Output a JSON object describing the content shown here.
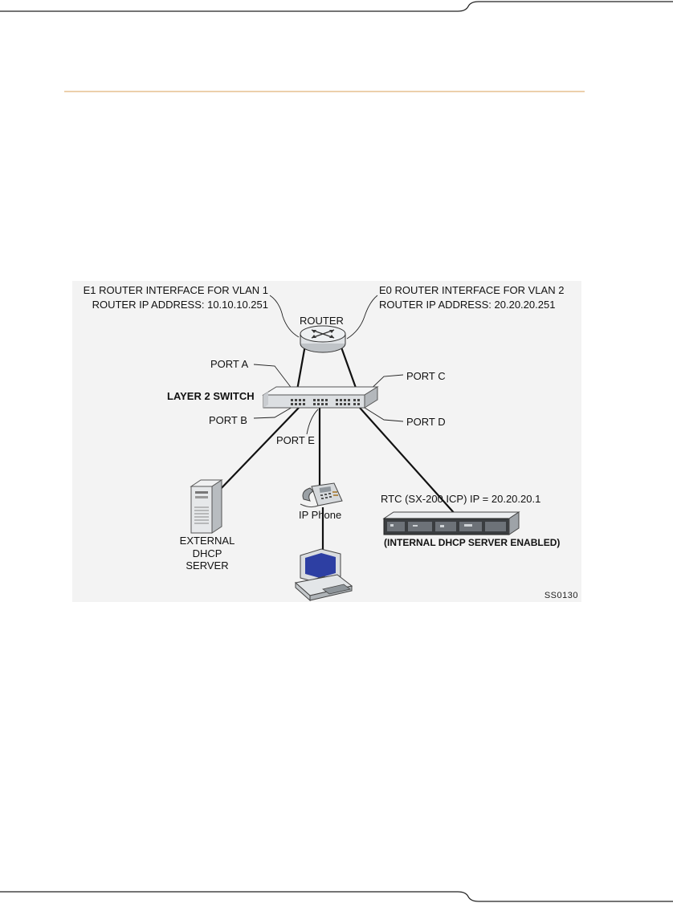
{
  "diagram": {
    "left_interface_line1": "E1 ROUTER INTERFACE FOR VLAN 1",
    "left_interface_line2": "ROUTER IP ADDRESS: 10.10.10.251",
    "right_interface_line1": "E0 ROUTER INTERFACE FOR VLAN 2",
    "right_interface_line2": "ROUTER IP ADDRESS: 20.20.20.251",
    "router_label": "ROUTER",
    "switch_label": "LAYER 2 SWITCH",
    "port_a": "PORT A",
    "port_b": "PORT B",
    "port_c": "PORT C",
    "port_d": "PORT D",
    "port_e": "PORT E",
    "dhcp_server_line1": "EXTERNAL",
    "dhcp_server_line2": "DHCP",
    "dhcp_server_line3": "SERVER",
    "ip_phone_label": "IP Phone",
    "rtc_label": "RTC (SX-200 ICP) IP = 20.20.20.1",
    "internal_dhcp_label": "(INTERNAL DHCP SERVER ENABLED)",
    "figure_id": "SS0130"
  },
  "colors": {
    "header_rule": "#d9a15a",
    "figure_background": "#f3f3f3"
  }
}
